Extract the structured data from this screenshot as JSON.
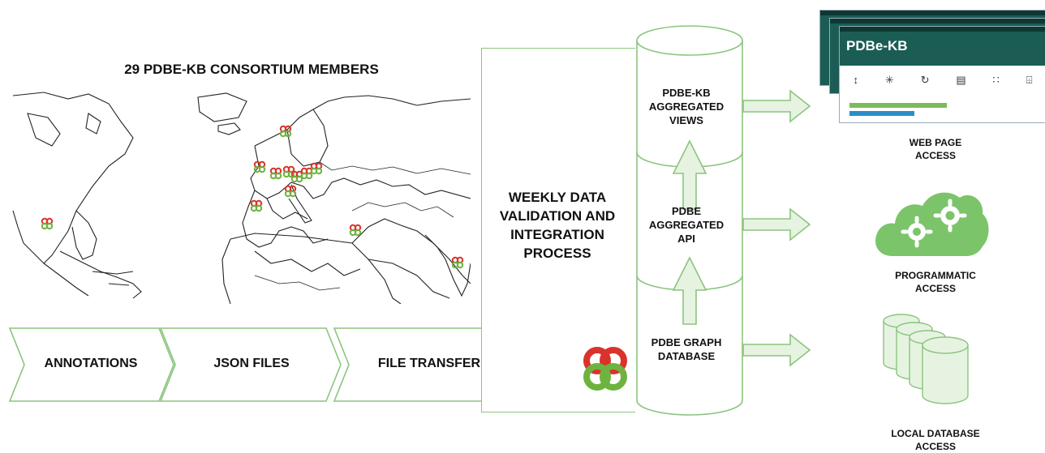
{
  "members": {
    "title": "29 PDBE-KB CONSORTIUM MEMBERS"
  },
  "pipeline": {
    "steps": [
      "ANNOTATIONS",
      "JSON FILES",
      "FILE TRANSFER"
    ]
  },
  "process": {
    "label_lines": [
      "WEEKLY DATA",
      "VALIDATION AND",
      "INTEGRATION",
      "PROCESS"
    ]
  },
  "cylinder": {
    "layers": [
      {
        "lines": [
          "PDBE-KB",
          "AGGREGATED",
          "VIEWS"
        ]
      },
      {
        "lines": [
          "PDBE",
          "AGGREGATED",
          "API"
        ]
      },
      {
        "lines": [
          "PDBE GRAPH",
          "DATABASE"
        ]
      }
    ]
  },
  "outputs": [
    {
      "lines": [
        "WEB PAGE",
        "ACCESS"
      ]
    },
    {
      "lines": [
        "PROGRAMMATIC",
        "ACCESS"
      ]
    },
    {
      "lines": [
        "LOCAL DATABASE",
        "ACCESS"
      ]
    }
  ],
  "web_preview": {
    "logo": "PDBe-KB"
  },
  "colors": {
    "green": "#8cc47f",
    "green_fill": "#e6f3e1",
    "dark_green": "#1b5d55",
    "red": "#d9332c",
    "logo_green": "#6db33f"
  }
}
